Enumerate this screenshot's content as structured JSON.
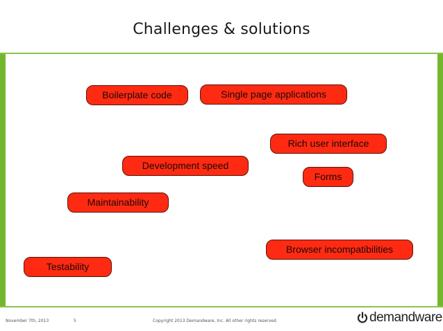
{
  "slide": {
    "title": "Challenges & solutions",
    "tags": [
      "Boilerplate code",
      "Single page applications",
      "Rich user interface",
      "Development speed",
      "Forms",
      "Maintainability",
      "Browser incompatibilities",
      "Testability"
    ],
    "tag_color": "#ff2a12",
    "accent_color": "#74b72e"
  },
  "footer": {
    "date": "November 7th, 2013",
    "page_number": "5",
    "copyright": "Copyright 2013 Demandware, Inc. All other rights reserved.",
    "logo_text": "demandware"
  }
}
